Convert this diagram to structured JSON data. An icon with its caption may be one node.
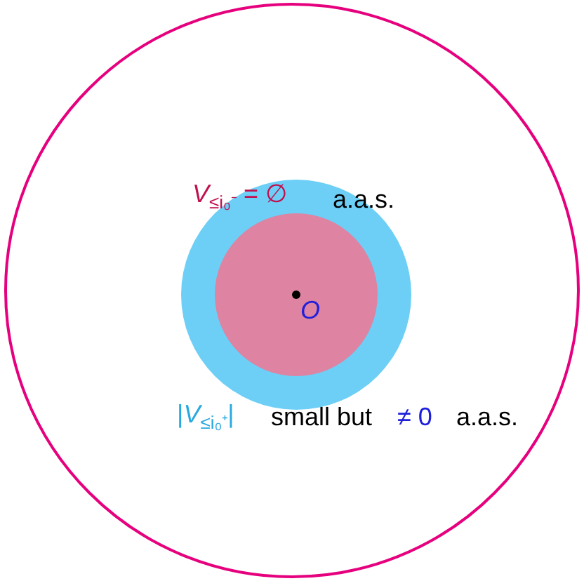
{
  "diagram": {
    "nodes": [
      {
        "text": [],
        "shape": "circle"
      },
      {
        "text": [],
        "shape": "circle",
        "in": 0
      },
      {
        "text": [],
        "shape": "circle",
        "in": 1
      }
    ],
    "labels": [
      "*V*$_{≤i₀⁻}$ = ∅",
      "a.a.s.",
      "*O*",
      "|*V*$_{≤i₀⁺}$|",
      "small but",
      "≠ 0",
      "a.a.s."
    ]
  }
}
